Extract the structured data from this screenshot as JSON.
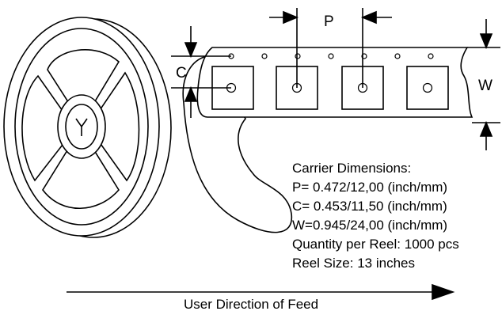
{
  "labels": {
    "pitch": "P",
    "carrier_width": "C",
    "tape_width": "W"
  },
  "carrier_info": {
    "title": "Carrier Dimensions:",
    "lines": [
      "P= 0.472/12,00 (inch/mm)",
      "C= 0.453/11,50 (inch/mm)",
      "W=0.945/24,00 (inch/mm)",
      "Quantity per Reel: 1000 pcs",
      "Reel Size: 13 inches"
    ]
  },
  "feed_direction": "User Direction of Feed",
  "colors": {
    "stroke": "#000000",
    "fill": "#ffffff"
  }
}
